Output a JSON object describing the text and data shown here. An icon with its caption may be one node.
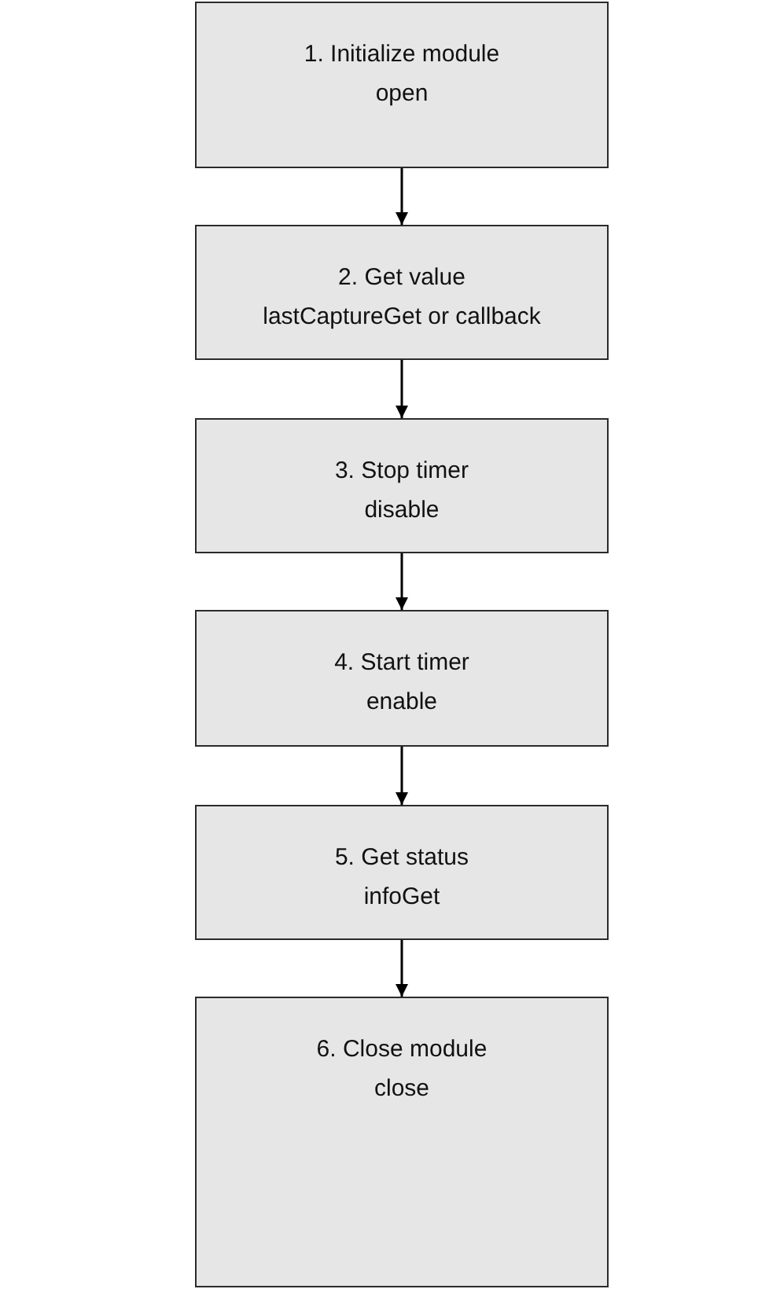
{
  "diagram": {
    "nodes": [
      {
        "text": [
          "1.  Initialize module",
          "open"
        ]
      },
      {
        "text": [
          "2.  Get value",
          "lastCaptureGet or callback"
        ]
      },
      {
        "text": [
          "3.  Stop timer",
          "disable"
        ]
      },
      {
        "text": [
          "4.  Start timer",
          "enable"
        ]
      },
      {
        "text": [
          "5.  Get status",
          "infoGet"
        ]
      },
      {
        "text": [
          "6.  Close module",
          "close"
        ]
      }
    ],
    "edges": [
      {
        "from": 0,
        "to": 1,
        "arrow": "to"
      },
      {
        "from": 1,
        "to": 2,
        "arrow": "to"
      },
      {
        "from": 2,
        "to": 3,
        "arrow": "to"
      },
      {
        "from": 3,
        "to": 4,
        "arrow": "to"
      },
      {
        "from": 4,
        "to": 5,
        "arrow": "to"
      }
    ]
  }
}
